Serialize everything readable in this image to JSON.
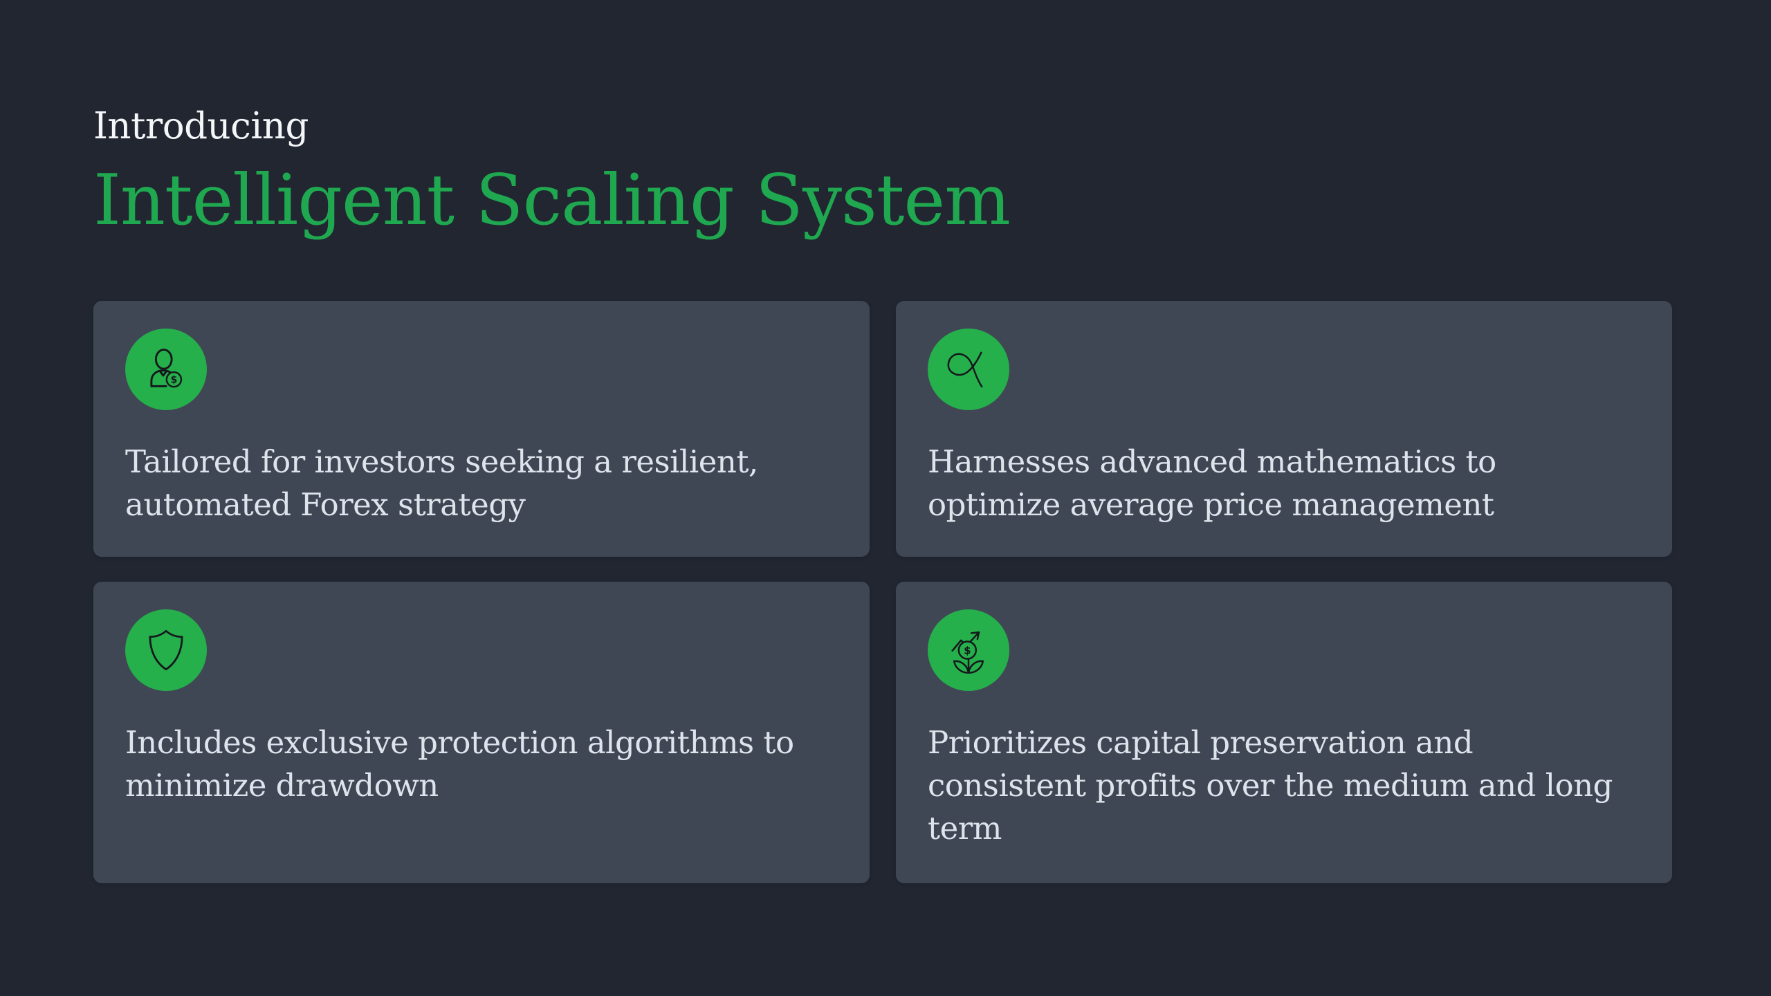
{
  "slide": {
    "kicker": "Introducing",
    "title": "Intelligent Scaling System"
  },
  "colors": {
    "background": "#212631",
    "card": "#404754",
    "accent_green": "#25b04c",
    "title_green": "#1fa84f",
    "card_text": "#dde4ec",
    "kicker_text": "#f4f6f8",
    "icon_stroke": "#15181c"
  },
  "cards": [
    {
      "icon": "investor-icon",
      "text": "Tailored for investors seeking a resilient, automated Forex strategy",
      "lines": [
        "Tailored for investors seeking a resilient,",
        "automated Forex strategy"
      ]
    },
    {
      "icon": "alpha-icon",
      "text": "Harnesses advanced mathematics to optimize average price management",
      "lines": [
        "Harnesses advanced mathematics to",
        "optimize average price management"
      ]
    },
    {
      "icon": "shield-icon",
      "text": "Includes exclusive protection algorithms to minimize drawdown",
      "lines": [
        "Includes exclusive protection algorithms to",
        "minimize drawdown"
      ]
    },
    {
      "icon": "growth-icon",
      "text": "Prioritizes capital preservation and consistent profits over the medium and long term",
      "lines": [
        "Prioritizes capital preservation and",
        "consistent profits over the medium and long",
        "term"
      ]
    }
  ]
}
